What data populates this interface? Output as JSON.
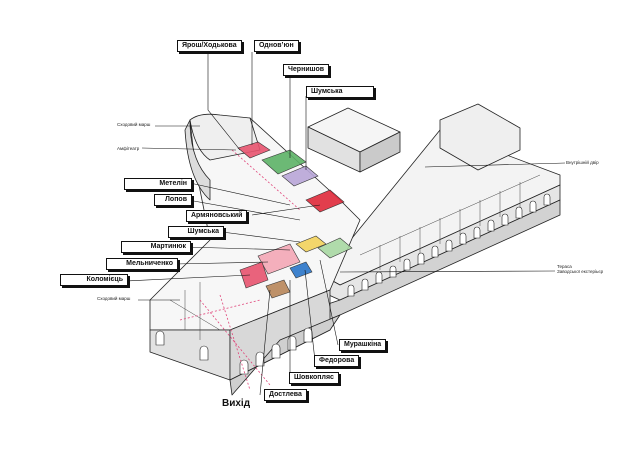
{
  "labels": {
    "yarosh": "Ярош/Ходькова",
    "odnovyun": "Одновʼюн",
    "chernyshov": "Чернишов",
    "shumska_top": "Шумська",
    "metelin": "Метелін",
    "lopov": "Лопов",
    "armianovskyi": "Армяновський",
    "shumska_mid": "Шумська",
    "martynuk": "Мартинюк",
    "melnychenko": "Мельниченко",
    "kolomiets": "Коломієць",
    "murashkina": "Мурашкіна",
    "fedorova": "Федорова",
    "shevkopliaс": "Шовкопляс",
    "dostleva": "Достлева"
  },
  "notes": {
    "stairs_top": "Сходовий марш",
    "amphitheatre": "Амфітеатр",
    "inner_yard": "Внутрішній двір",
    "terrace_line1": "Тераса",
    "terrace_line2": "Заводської екстеріьєр",
    "stairs_bottom": "Сходовий марш"
  },
  "exit": "Вихід",
  "colors": {
    "rose": "#e8546f",
    "rose_light": "#f4a8b6",
    "green": "#5db367",
    "green_light": "#a9d8a3",
    "yellow": "#f3d35c",
    "purple": "#b9a7d9",
    "red": "#e02a3b",
    "blue": "#2a76c9",
    "brown": "#b8875a",
    "line": "#222222",
    "pink_guide": "#e0457a"
  }
}
